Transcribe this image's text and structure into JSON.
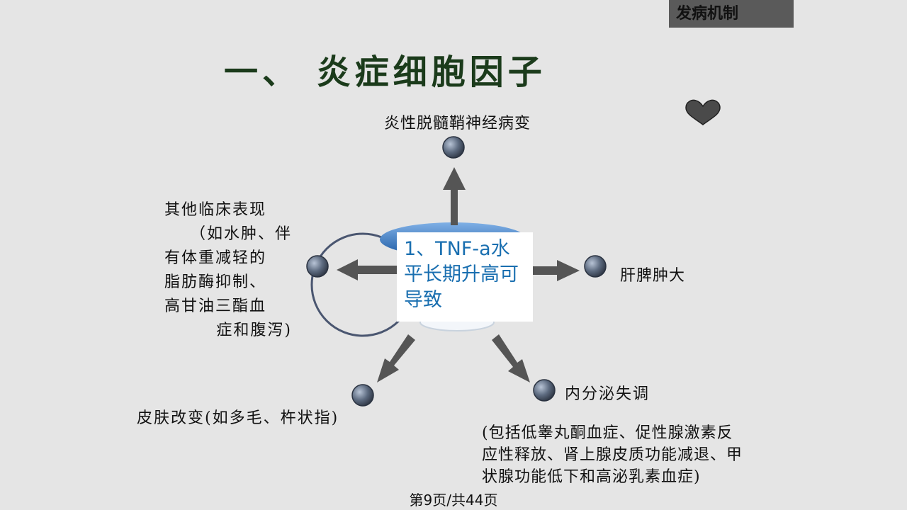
{
  "header": {
    "tag": "发病机制",
    "title": "一、 炎症细胞因子"
  },
  "center": {
    "text": "1、TNF-a水平长期升高可导致"
  },
  "nodes": {
    "top": "炎性脱髓鞘神经病变",
    "left": [
      "其他临床表现",
      "（如水肿、伴",
      "有体重减轻的",
      "脂肪酶抑制、",
      "高甘油三酯血",
      "症和腹泻)"
    ],
    "right": "肝脾肿大",
    "bottom_left": "皮肤改变(如多毛、杵状指)",
    "bottom_right_title": "内分泌失调",
    "bottom_right_detail": [
      "(包括低睾丸酮血症、促性腺激素反",
      "应性释放、肾上腺皮质功能减退、甲",
      "状腺功能低下和高泌乳素血症)"
    ]
  },
  "footer": {
    "page": "第9页/共44页"
  },
  "colors": {
    "arrow": "#555555",
    "node": "#3e4a5c",
    "title": "#1b3b1b",
    "center_text": "#1a6fb0",
    "accent_ellipse": "#2f6fb4"
  },
  "icons": {
    "decoration": "heart-icon"
  }
}
